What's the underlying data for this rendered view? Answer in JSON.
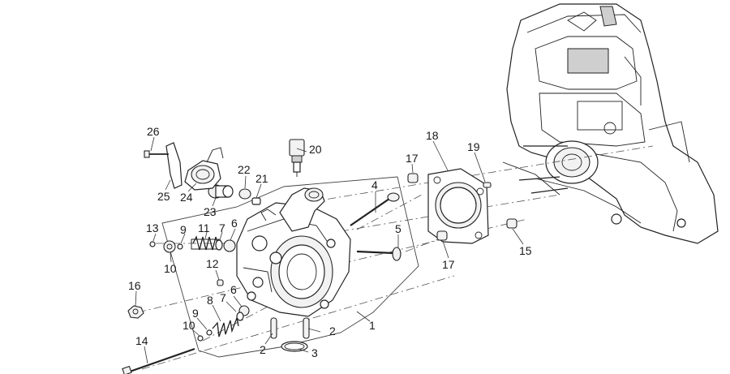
{
  "callouts": {
    "c1": "1",
    "c2a": "2",
    "c2b": "2",
    "c3": "3",
    "c4": "4",
    "c5": "5",
    "c6a": "6",
    "c6b": "6",
    "c7a": "7",
    "c7b": "7",
    "c8": "8",
    "c9a": "9",
    "c9b": "9",
    "c10a": "10",
    "c10b": "10",
    "c11": "11",
    "c12": "12",
    "c13": "13",
    "c14": "14",
    "c15": "15",
    "c16": "16",
    "c17a": "17",
    "c17b": "17",
    "c18": "18",
    "c19": "19",
    "c20": "20",
    "c21": "21",
    "c22": "22",
    "c23": "23",
    "c24": "24",
    "c25": "25",
    "c26": "26"
  }
}
